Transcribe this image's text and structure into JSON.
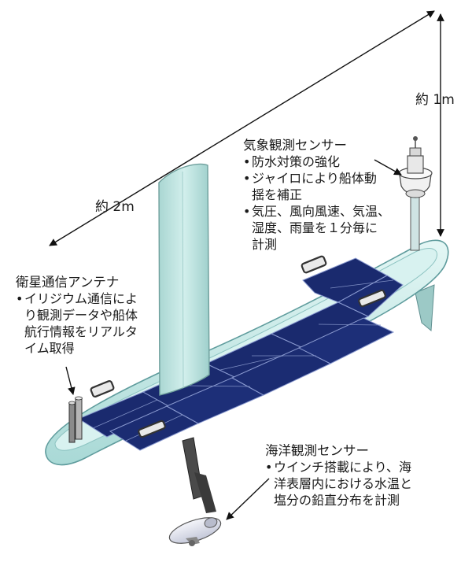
{
  "dimensions": {
    "height_label": "約 1m",
    "length_label": "約 2m"
  },
  "weather_sensor": {
    "title": "気象観測センサー",
    "bullet_mark": "•",
    "lines": [
      {
        "bullet": true,
        "text": "防水対策の強化"
      },
      {
        "bullet": true,
        "text": "ジャイロにより船体動"
      },
      {
        "bullet": false,
        "text": "揺を補正"
      },
      {
        "bullet": true,
        "text": "気圧、風向風速、気温、"
      },
      {
        "bullet": false,
        "text": "湿度、雨量を１分毎に"
      },
      {
        "bullet": false,
        "text": "計測"
      }
    ]
  },
  "satellite_antenna": {
    "title": "衛星通信アンテナ",
    "bullet_mark": "•",
    "lines": [
      {
        "bullet": true,
        "text": "イリジウム通信によ"
      },
      {
        "bullet": false,
        "text": "り観測データや船体"
      },
      {
        "bullet": false,
        "text": "航行情報をリアルタ"
      },
      {
        "bullet": false,
        "text": "イム取得"
      }
    ]
  },
  "ocean_sensor": {
    "title": "海洋観測センサー",
    "bullet_mark": "•",
    "lines": [
      {
        "bullet": true,
        "text": "ウインチ搭載により、海"
      },
      {
        "bullet": false,
        "text": "洋表層内における水温と"
      },
      {
        "bullet": false,
        "text": "塩分の鉛直分布を計測"
      }
    ]
  },
  "colors": {
    "hull": "#cfeeec",
    "hull_edge": "#6fa7a8",
    "deck": "#d8f2f0",
    "solar_panel": "#1a2a6e",
    "solar_grid": "#7f8fc4",
    "sail": "#bfe3e0",
    "sail_shade": "#9ccfcb",
    "keel": "#444444",
    "pod": "#e6e8f2",
    "line": "#111111"
  }
}
